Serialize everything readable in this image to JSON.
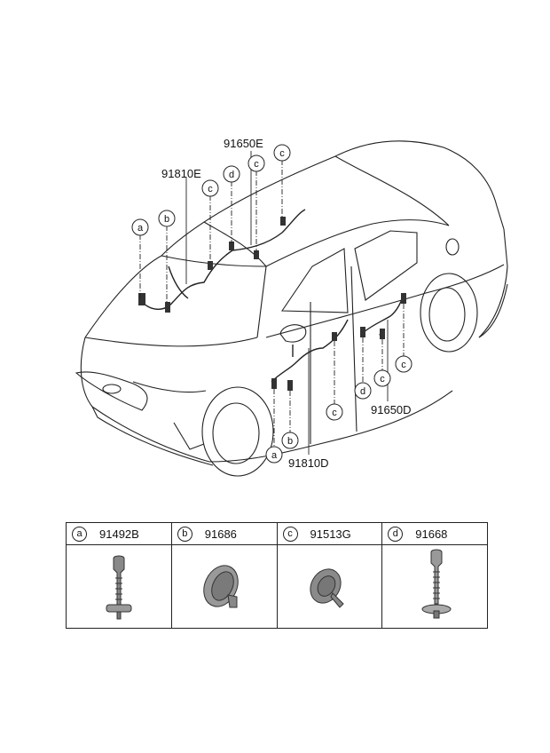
{
  "callouts": [
    {
      "id": "91650E",
      "letter": ""
    },
    {
      "id": "91810E",
      "letter": ""
    },
    {
      "id": "91650D",
      "letter": ""
    },
    {
      "id": "91810D",
      "letter": ""
    }
  ],
  "circle_labels_top": [
    "a",
    "b",
    "c",
    "d",
    "c",
    "c"
  ],
  "circle_labels_bottom": [
    "a",
    "b",
    "c",
    "d",
    "c",
    "c"
  ],
  "part_numbers": {
    "upper_rear": "91650E",
    "upper_front": "91810E",
    "lower_rear": "91650D",
    "lower_front": "91810D"
  },
  "letters": {
    "a": "a",
    "b": "b",
    "c": "c",
    "d": "d"
  },
  "legend": [
    {
      "letter": "a",
      "part": "91492B",
      "icon": "bolt-clip-icon"
    },
    {
      "letter": "b",
      "part": "91686",
      "icon": "grommet-icon"
    },
    {
      "letter": "c",
      "part": "91513G",
      "icon": "mushroom-grommet-icon"
    },
    {
      "letter": "d",
      "part": "91668",
      "icon": "stud-clip-icon"
    }
  ]
}
